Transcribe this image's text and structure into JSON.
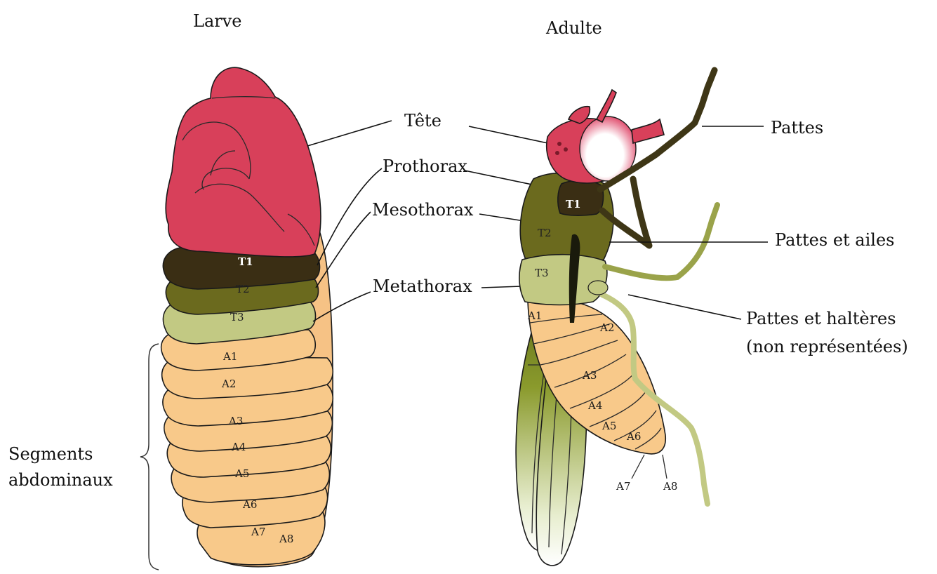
{
  "titles": {
    "larva": "Larve",
    "adult": "Adulte"
  },
  "labels": {
    "head": "Tête",
    "prothorax": "Prothorax",
    "mesothorax": "Mesothorax",
    "metathorax": "Metathorax",
    "legs": "Pattes",
    "legs_wings": "Pattes et ailes",
    "legs_halteres_1": "Pattes et haltères",
    "legs_halteres_2": "(non représentées)",
    "abdominal_1": "Segments",
    "abdominal_2": "abdominaux"
  },
  "larva_segments": {
    "t1": "T1",
    "t2": "T2",
    "t3": "T3",
    "a1": "A1",
    "a2": "A2",
    "a3": "A3",
    "a4": "A4",
    "a5": "A5",
    "a6": "A6",
    "a7": "A7",
    "a8": "A8"
  },
  "adult_segments": {
    "t1": "T1",
    "t2": "T2",
    "t3": "T3",
    "a1": "A1",
    "a2": "A2",
    "a3": "A3",
    "a4": "A4",
    "a5": "A5",
    "a6": "A6",
    "a7": "A7",
    "a8": "A8"
  },
  "colors": {
    "head": "#d8405a",
    "t1": "#3a2e14",
    "t2": "#6b6a1e",
    "t3": "#c2c983",
    "abdomen": "#f8c98a",
    "leg": "#3e3616",
    "wing": "#c7cf8e"
  }
}
